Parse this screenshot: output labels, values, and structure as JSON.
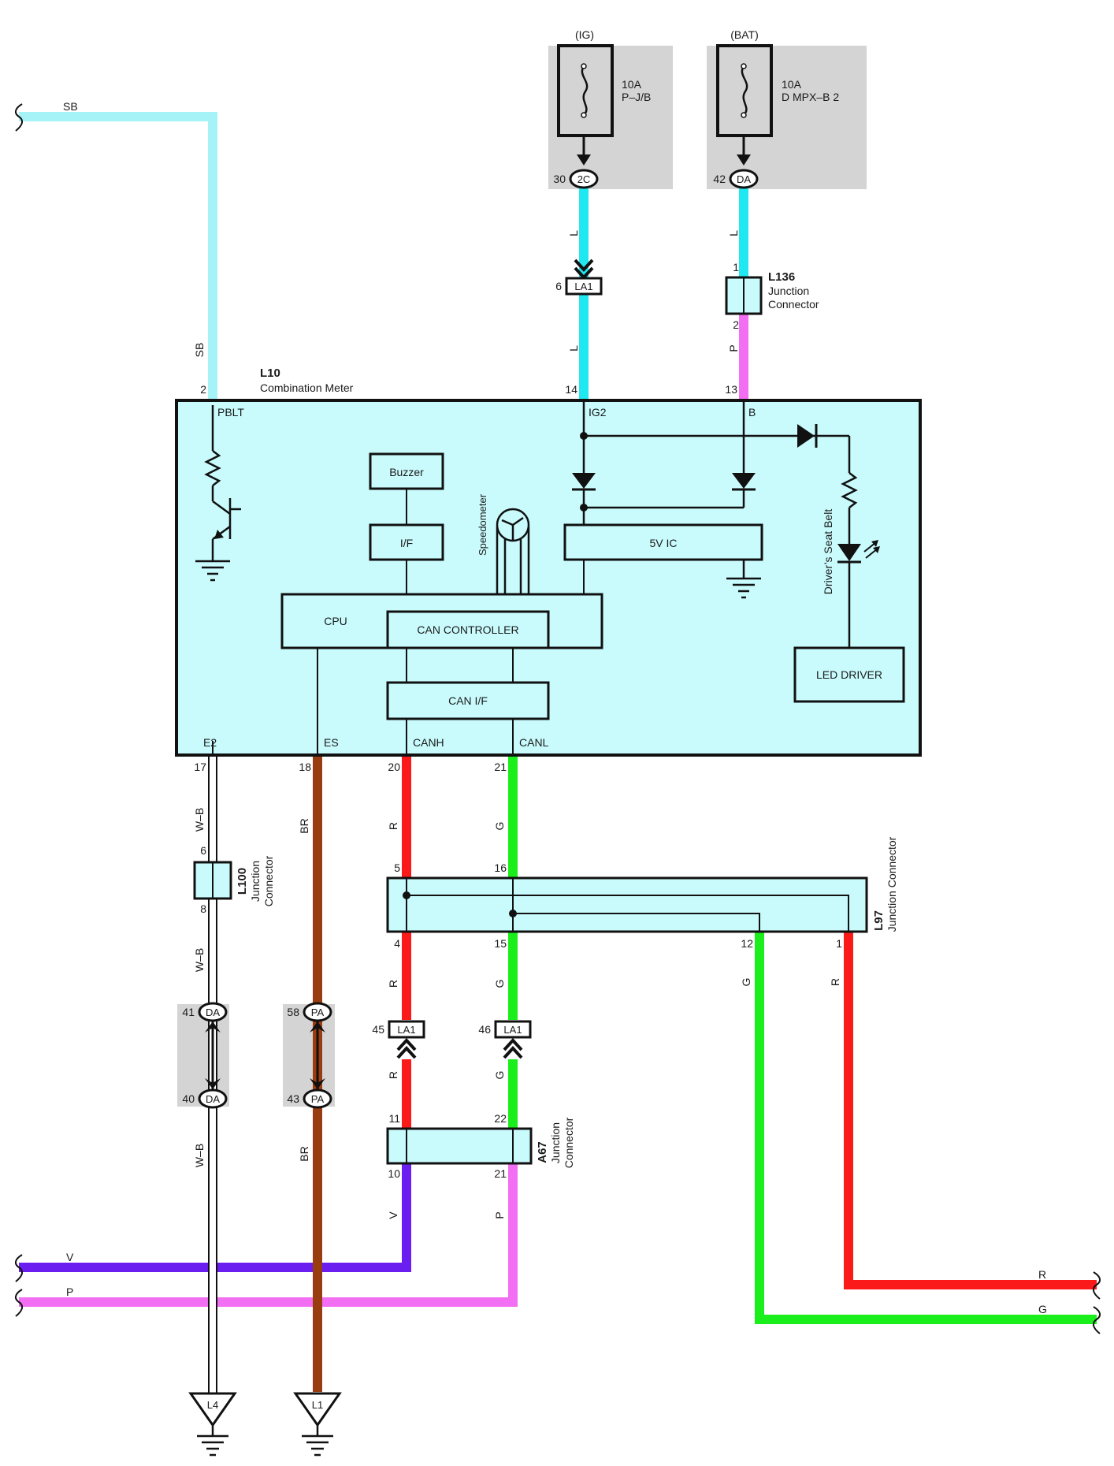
{
  "colors": {
    "SB": "#a6f3f7",
    "L": "#1fe8f0",
    "P": "#f26ef2",
    "R": "#fa1a1a",
    "G": "#1bef1b",
    "V": "#6a1ff0",
    "BR": "#993c10",
    "WB": "#ffffff",
    "box_fill": "#c9fbfd",
    "fuse_bg": "#d4d4d4"
  },
  "fuses": {
    "ig": {
      "supply": "(IG)",
      "rating": "10A",
      "name": "P–J/B",
      "pin": "30",
      "connector": "2C"
    },
    "bat": {
      "supply": "(BAT)",
      "rating": "10A",
      "name": "D MPX–B 2",
      "pin": "42",
      "connector": "DA"
    }
  },
  "meter": {
    "code": "L10",
    "name": "Combination Meter",
    "pins": {
      "pblt": {
        "num": "2",
        "name": "PBLT"
      },
      "ig2": {
        "num": "14",
        "name": "IG2"
      },
      "b": {
        "num": "13",
        "name": "B"
      },
      "e2": {
        "num": "17",
        "name": "E2"
      },
      "es": {
        "num": "18",
        "name": "ES"
      },
      "canh": {
        "num": "20",
        "name": "CANH"
      },
      "canl": {
        "num": "21",
        "name": "CANL"
      }
    },
    "blocks": {
      "buzzer": "Buzzer",
      "buzzer_if": "I/F",
      "speedometer": "Speedometer",
      "ic5v": "5V IC",
      "cpu": "CPU",
      "can_controller": "CAN CONTROLLER",
      "can_if": "CAN I/F",
      "seat_belt": "Driver’s Seat Belt",
      "led_driver": "LED DRIVER"
    }
  },
  "wires": {
    "sb": {
      "top": "SB",
      "side": "SB"
    },
    "ig_l": {
      "upper": "L",
      "lower": "L"
    },
    "bat": {
      "upper": "L",
      "lower": "P"
    },
    "e2": {
      "upper": "W–B",
      "middle": "W–B",
      "lower": "W–B"
    },
    "es": {
      "upper": "BR",
      "lower": "BR"
    },
    "canh": {
      "upper": "R",
      "middle": "R",
      "lower": "R",
      "v": "V"
    },
    "canl": {
      "upper": "G",
      "middle": "G",
      "lower": "G",
      "p": "P"
    },
    "l97_out": {
      "g": "G",
      "r": "R"
    },
    "bus": {
      "v": "V",
      "p": "P",
      "r": "R",
      "g": "G"
    }
  },
  "connectors": {
    "la1_ig": {
      "pin": "6",
      "name": "LA1"
    },
    "l136": {
      "code": "L136",
      "line1": "Junction",
      "line2": "Connector",
      "pin_in": "1",
      "pin_out": "2"
    },
    "l100": {
      "code": "L100",
      "line1": "Junction",
      "line2": "Connector",
      "pin_in": "6",
      "pin_out": "8"
    },
    "l97": {
      "code": "L97",
      "name": "Junction Connector",
      "pin_h_in": "5",
      "pin_l_in": "16",
      "pin_h_out": "4",
      "pin_l_out": "15",
      "pin_g": "12",
      "pin_r": "1"
    },
    "la1_45": {
      "pin": "45",
      "name": "LA1"
    },
    "la1_46": {
      "pin": "46",
      "name": "LA1"
    },
    "a67": {
      "code": "A67",
      "line1": "Junction",
      "line2": "Connector",
      "pin_h_in": "11",
      "pin_l_in": "22",
      "pin_v": "10",
      "pin_p": "21"
    },
    "da_upper": {
      "pin": "41",
      "name": "DA"
    },
    "da_lower": {
      "pin": "40",
      "name": "DA"
    },
    "pa_upper": {
      "pin": "58",
      "name": "PA"
    },
    "pa_lower": {
      "pin": "43",
      "name": "PA"
    }
  },
  "grounds": {
    "l4": "L4",
    "l1": "L1"
  }
}
